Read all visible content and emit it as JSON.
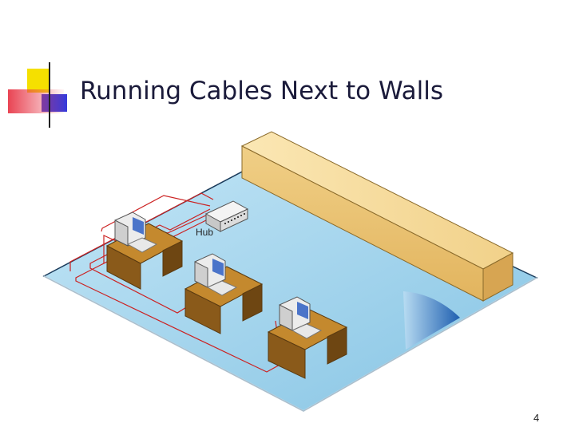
{
  "slide": {
    "title": "Running Cables Next to Walls",
    "page_number": "4"
  },
  "diagram": {
    "hub_label": "Hub",
    "colors": {
      "floor": "#9fd2ec",
      "floor_edge": "#1a3a5a",
      "wall": "#f3d89a",
      "desk": "#9a6a1e",
      "cable": "#cc2222",
      "accent_yellow": "#f5e000",
      "accent_blue": "#3a3ad8",
      "accent_red": "#e83a4a"
    }
  }
}
